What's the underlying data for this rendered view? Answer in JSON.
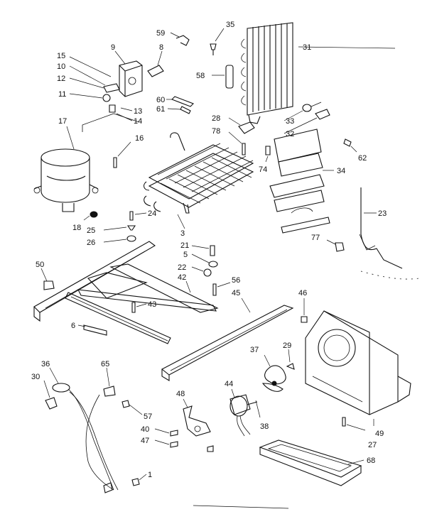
{
  "labels": {
    "l1": "1",
    "l3": "3",
    "l5": "5",
    "l6": "6",
    "l8": "8",
    "l9": "9",
    "l10": "10",
    "l11": "11",
    "l12": "12",
    "l13": "13",
    "l14": "14",
    "l15": "15",
    "l16": "16",
    "l17": "17",
    "l18": "18",
    "l21": "21",
    "l22": "22",
    "l23": "23",
    "l24": "24",
    "l25": "25",
    "l26": "26",
    "l27": "27",
    "l28": "28",
    "l29": "29",
    "l30": "30",
    "l31": "31",
    "l32": "32",
    "l33": "33",
    "l34": "34",
    "l35": "35",
    "l36": "36",
    "l37": "37",
    "l38": "38",
    "l40": "40",
    "l42": "42",
    "l43": "43",
    "l44": "44",
    "l45": "45",
    "l46": "46",
    "l47": "47",
    "l48": "48",
    "l49": "49",
    "l50": "50",
    "l56": "56",
    "l57": "57",
    "l58": "58",
    "l59": "59",
    "l60": "60",
    "l61": "61",
    "l62": "62",
    "l65": "65",
    "l68": "68",
    "l74": "74",
    "l77": "77",
    "l78": "78"
  }
}
